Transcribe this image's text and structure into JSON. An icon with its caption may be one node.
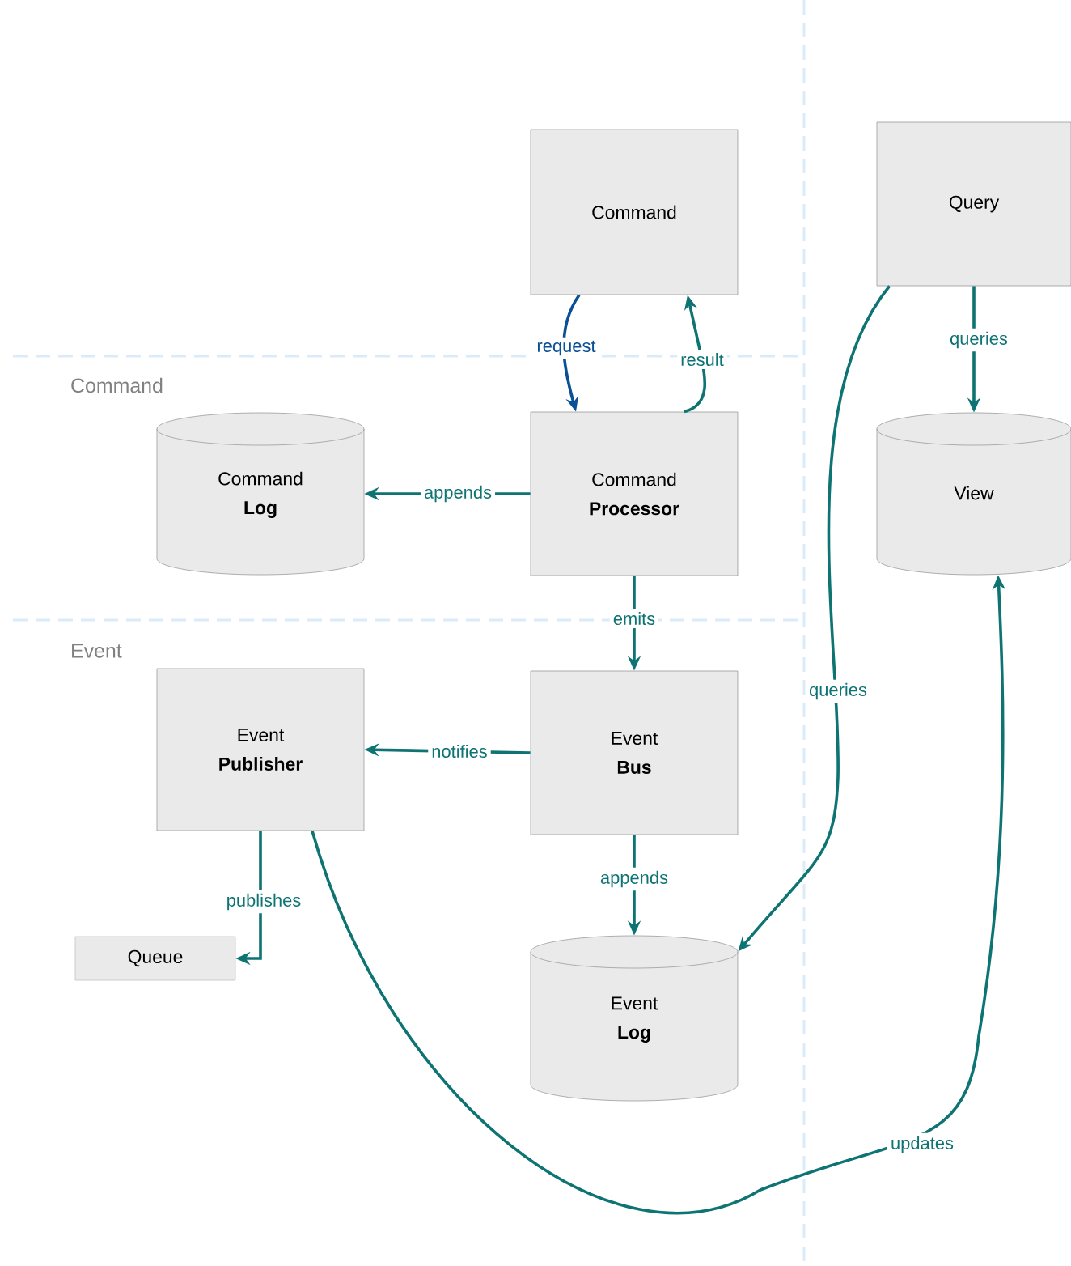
{
  "diagram": {
    "nodes": [
      {
        "text": [
          "Command"
        ]
      },
      {
        "text": [
          "Query"
        ]
      },
      {
        "text": [
          "Command",
          "Log"
        ]
      },
      {
        "text": [
          "Command",
          "Processor"
        ]
      },
      {
        "text": [
          "View"
        ]
      },
      {
        "text": [
          "Event",
          "Publisher"
        ]
      },
      {
        "text": [
          "Event",
          "Bus"
        ]
      },
      {
        "text": [
          "Queue"
        ]
      },
      {
        "text": [
          "Event",
          "Log"
        ]
      }
    ],
    "edges": [
      {
        "from": 0,
        "to": 3,
        "arrow": "to",
        "label": "request",
        "color": "#0b4f96"
      },
      {
        "from": 3,
        "to": 0,
        "arrow": "to",
        "label": "result"
      },
      {
        "from": 3,
        "to": 2,
        "arrow": "to",
        "label": "appends"
      },
      {
        "from": 1,
        "to": 4,
        "arrow": "to",
        "label": "queries"
      },
      {
        "from": 1,
        "to": 8,
        "arrow": "to",
        "label": "queries"
      },
      {
        "from": 3,
        "to": 6,
        "arrow": "to",
        "label": "emits"
      },
      {
        "from": 6,
        "to": 5,
        "arrow": "to",
        "label": "notifies"
      },
      {
        "from": 6,
        "to": 8,
        "arrow": "to",
        "label": "appends"
      },
      {
        "from": 5,
        "to": 7,
        "arrow": "to",
        "label": "publishes"
      },
      {
        "from": 5,
        "to": 4,
        "arrow": "to",
        "label": "updates"
      }
    ],
    "labels": [
      "Command",
      "Event"
    ]
  }
}
